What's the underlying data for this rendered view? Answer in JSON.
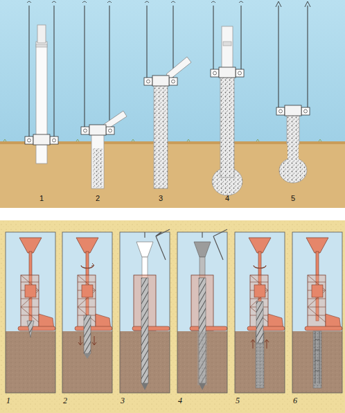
{
  "diagram": {
    "labels": [
      "1",
      "2",
      "3",
      "4",
      "5",
      "1",
      "2",
      "3",
      "4",
      "5",
      "6"
    ]
  }
}
